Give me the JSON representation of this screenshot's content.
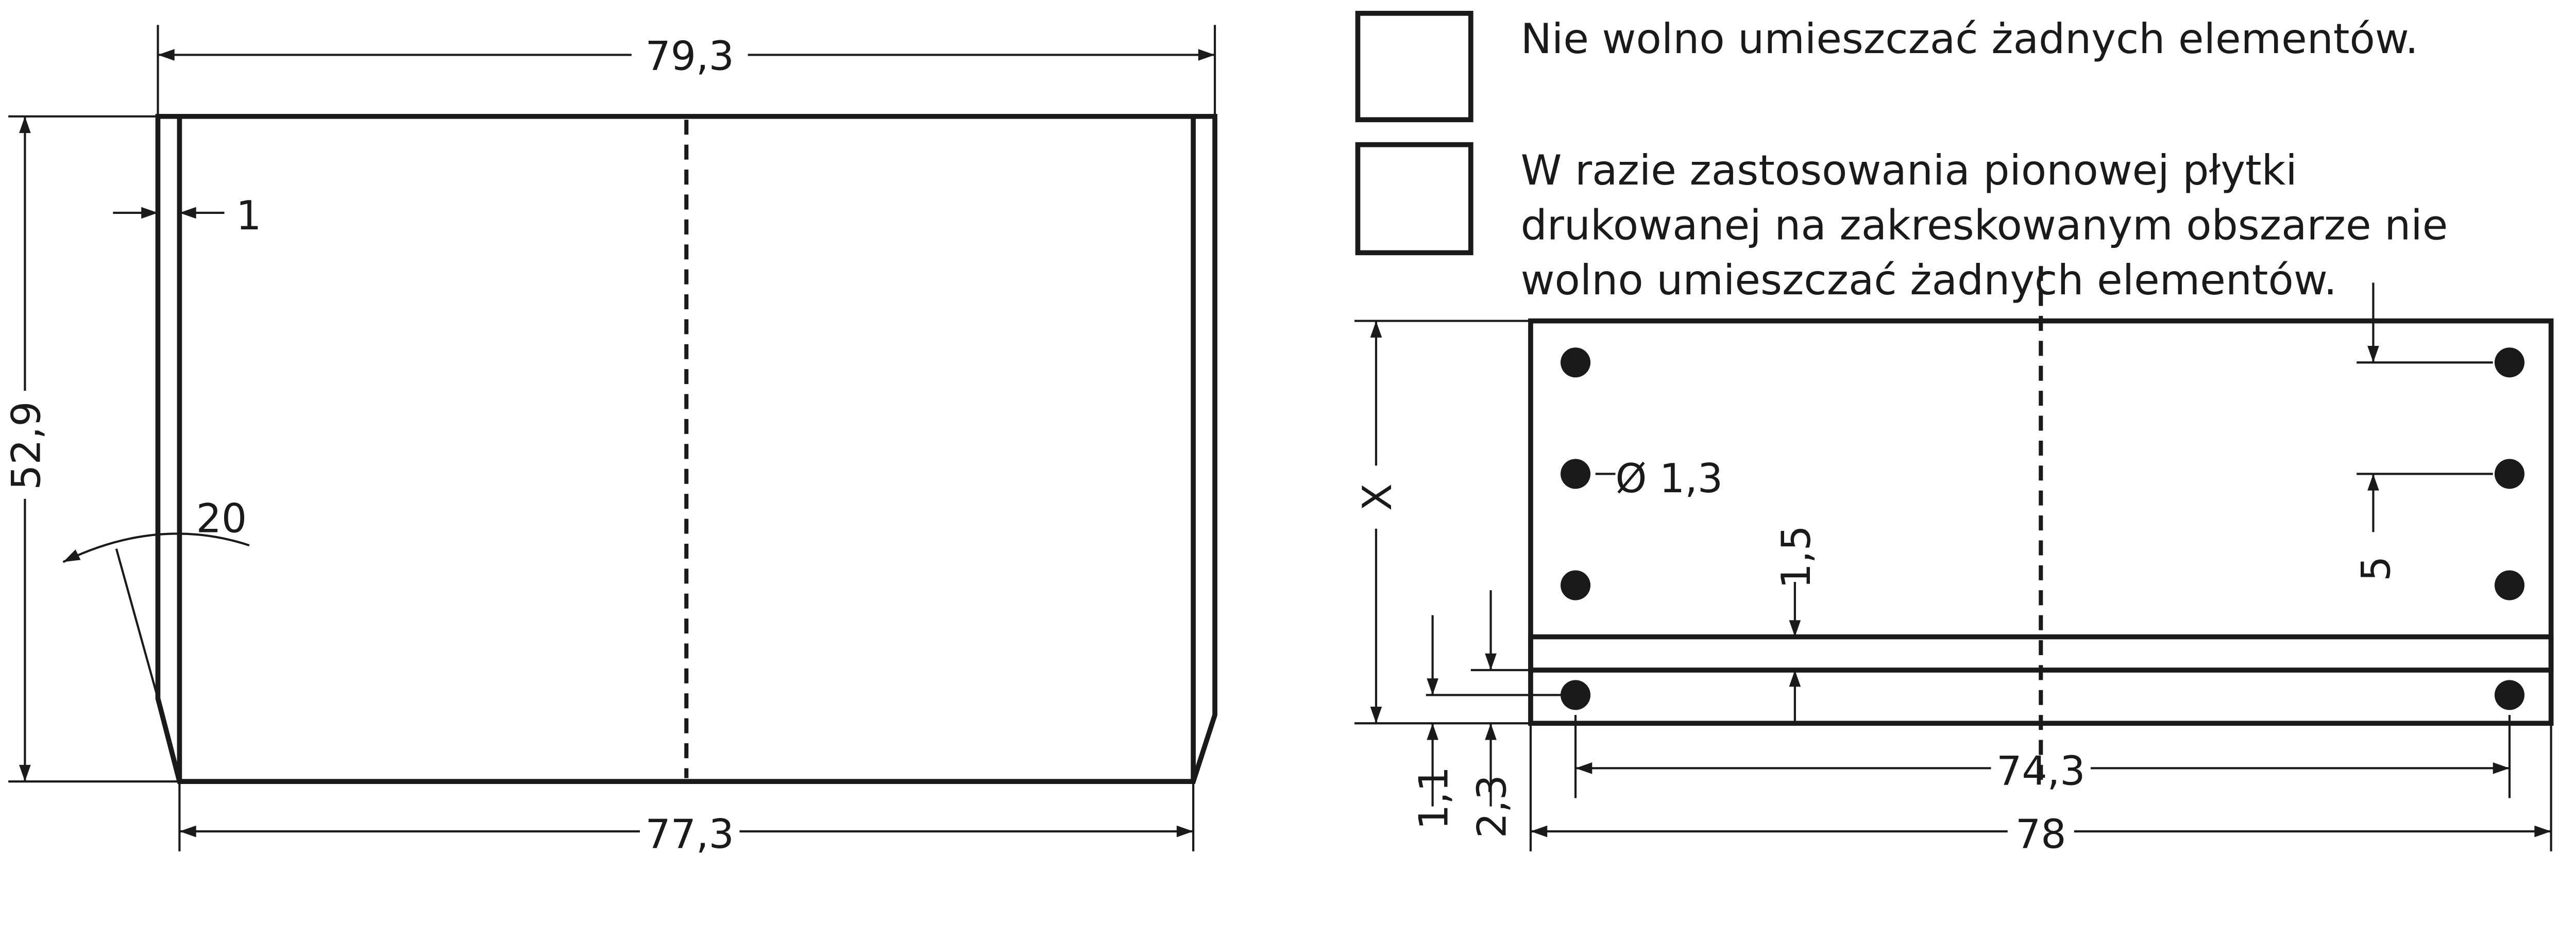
{
  "left_view": {
    "dim_top": "79,3",
    "dim_bottom": "77,3",
    "dim_height": "52,9",
    "dim_wall": "1",
    "dim_angle": "20"
  },
  "legend": [
    {
      "pattern": "diagonal-hatch",
      "text_lines": [
        "Nie wolno umieszczać żadnych elementów."
      ]
    },
    {
      "pattern": "cross-hatch",
      "text_lines": [
        "W razie zastosowania pionowej płytki",
        "drukowanej na zakreskowanym obszarze nie",
        "wolno umieszczać żadnych elementów."
      ]
    }
  ],
  "right_view": {
    "dim_x": "X",
    "dim_hole": "Ø 1,3",
    "dim_band": "1,5",
    "dim_pitch": "5",
    "dim_hole_span": "74,3",
    "dim_width": "78",
    "dim_offset_1": "1,1",
    "dim_offset_2": "2,3"
  }
}
